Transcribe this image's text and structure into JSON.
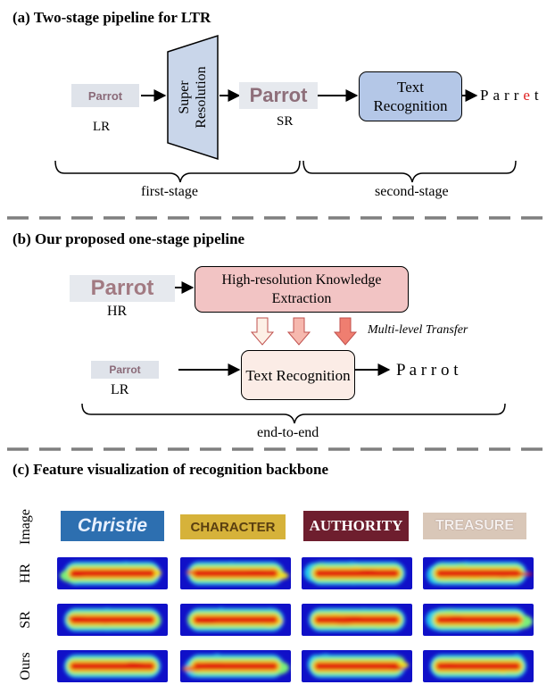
{
  "section_a": {
    "title": "(a) Two-stage pipeline for LTR",
    "lr_crop_text": "Parrot",
    "lr_label": "LR",
    "sr_block_label": "Super Resolution",
    "sr_crop_text": "Parrot",
    "sr_label": "SR",
    "text_recognition_label": "Text Recognition",
    "output_chars": [
      "P",
      "a",
      "r",
      "r",
      "e",
      "t"
    ],
    "output_error_index": 4,
    "first_stage_label": "first-stage",
    "second_stage_label": "second-stage"
  },
  "section_b": {
    "title": "(b) Our proposed one-stage pipeline",
    "hr_crop_text": "Parrot",
    "hr_label": "HR",
    "knowledge_box_label": "High-resolution Knowledge Extraction",
    "transfer_label": "Multi-level Transfer",
    "lr_crop_text": "Parrot",
    "lr_label": "LR",
    "text_recognition_label": "Text Recognition",
    "output_text": "P a r r o t",
    "end_to_end_label": "end-to-end"
  },
  "section_c": {
    "title": "(c) Feature visualization of recognition backbone",
    "row_labels": [
      "Image",
      "HR",
      "SR",
      "Ours"
    ],
    "images": [
      "Christie",
      "CHARACTER",
      "AUTHORITY",
      "TREASURE"
    ]
  },
  "colors": {
    "sr_block_fill": "#c9d6ea",
    "text_recognition_fill_a": "#b4c7e7",
    "knowledge_fill": "#f2c4c4",
    "text_recognition_fill_b": "#fbece6",
    "output_error": "#e02020",
    "dashed_divider": "#7f7f7f"
  }
}
